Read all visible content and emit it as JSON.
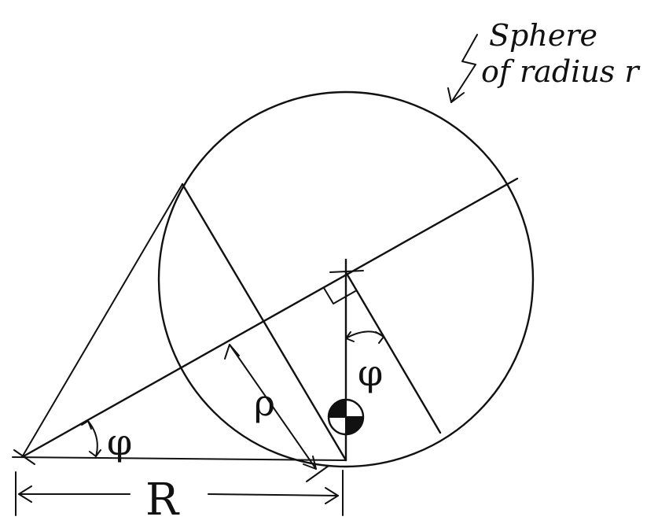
{
  "annotation": {
    "line1": "Sphere",
    "line2": "of radius r"
  },
  "labels": {
    "phi_bottom": "φ",
    "phi_right": "φ",
    "rho": "ρ",
    "R": "R"
  },
  "icons": {
    "pointer_arrow": "lightning-arrow-icon",
    "center_mark": "center-of-mass-icon"
  },
  "colors": {
    "ink": "#111111",
    "paper": "#ffffff"
  }
}
